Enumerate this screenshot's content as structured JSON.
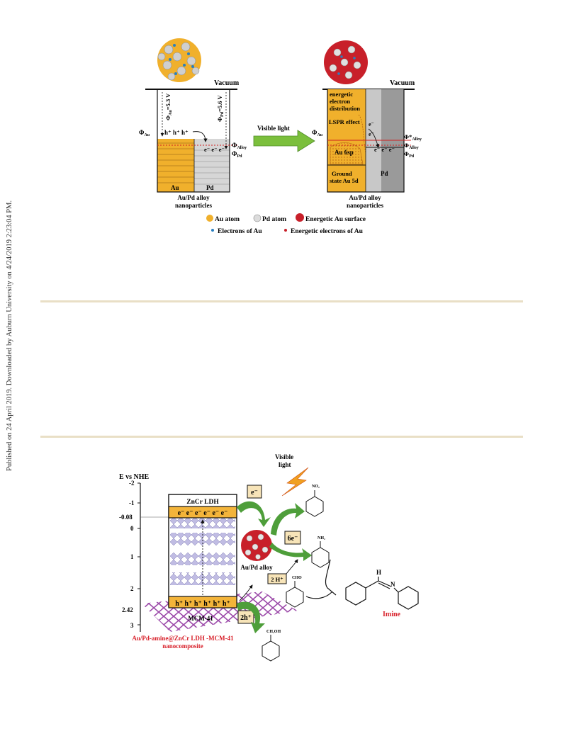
{
  "side_note": "Published on 24 April 2019. Downloaded by Auburn University on 4/24/2019 2:23:04 PM.",
  "fig1": {
    "vacuum": "Vacuum",
    "phi_au": "Φ",
    "phi_au_sub": "Au",
    "phi_au_eq": "Φ",
    "phi_au_eq_sub": "Au",
    "phi_au_val": "=5.3 V",
    "phi_pd_eq": "Φ",
    "phi_pd_eq_sub": "Pd",
    "phi_pd_val": "=5.6 V",
    "holes": "h⁺ h⁺ h⁺",
    "electrons": "e⁻ e⁻ e⁻",
    "phi_alloy": "Φ",
    "phi_alloy_sub": "Alloy",
    "phi_pd": "Φ",
    "phi_pd_sub": "Pd",
    "au_label": "Au",
    "pd_label": "Pd",
    "caption_left_1": "Au/Pd alloy",
    "caption_left_2": "nanoparticles",
    "arrow_label": "Visible light",
    "r_vacuum": "Vacuum",
    "energetic_1": "energetic",
    "energetic_2": "electron",
    "energetic_3": "distribution",
    "lspr": "LSPR effect",
    "r_e1": "e⁻",
    "r_e2": "e⁻",
    "au6sp": "Au 6sp",
    "ground_1": "Ground",
    "ground_2": "state  Au 5d",
    "r_pd": "Pd",
    "r_phi_au": "Φ",
    "r_phi_au_sub": "Au",
    "r_phi_alloy_star": "Φ*",
    "r_phi_alloy_star_sub": "Alloy",
    "r_phi_alloy": "Φ",
    "r_phi_alloy_sub": "Alloy",
    "r_phi_pd": "Φ",
    "r_phi_pd_sub": "Pd",
    "r_electrons": "e⁻ e⁻ e⁻",
    "caption_right_1": "Au/Pd alloy",
    "caption_right_2": "nanoparticles",
    "legend": {
      "au_atom": "Au atom",
      "pd_atom": "Pd atom",
      "energetic_surface": "Energetic Au surface",
      "electrons_au": "Electrons of Au",
      "energetic_electrons": "Energetic electrons of Au"
    },
    "colors": {
      "au": "#f0b02c",
      "pd": "#b8b8b8",
      "arrow": "#7bbf3c",
      "energetic": "#c8202a"
    }
  },
  "fig2": {
    "axis_title": "E vs NHE",
    "ticks": [
      "-2",
      "-1",
      "-0.08",
      "0",
      "1",
      "2",
      "2.42",
      "3"
    ],
    "visible_light_1": "Visible",
    "visible_light_2": "light",
    "ldh_title": "ZnCr LDH",
    "cb_electrons": "e⁻  e⁻  e⁻  e⁻  e⁻  e⁻",
    "vb_holes": "h⁺  h⁺  h⁺  h⁺  h⁺  h⁺",
    "e_box": "e⁻",
    "six_e": "6e⁻",
    "two_h_plus": "2 H⁺",
    "two_h": "2h⁺",
    "alloy_label": "Au/Pd alloy",
    "mcm_label": "MCM-41",
    "composite_1": "Au/Pd-amine@ZnCr LDH -MCM-41",
    "composite_2": "nanocomposite",
    "no2": "NO₂",
    "nh2": "NH₂",
    "cho": "CHO",
    "ch2oh": "CH₂OH",
    "imine_h": "H",
    "imine_n": "N",
    "imine_label": "Imine",
    "colors": {
      "band": "#f3b43a",
      "arrow": "#4e9e3a",
      "label_red": "#d8202a"
    }
  }
}
